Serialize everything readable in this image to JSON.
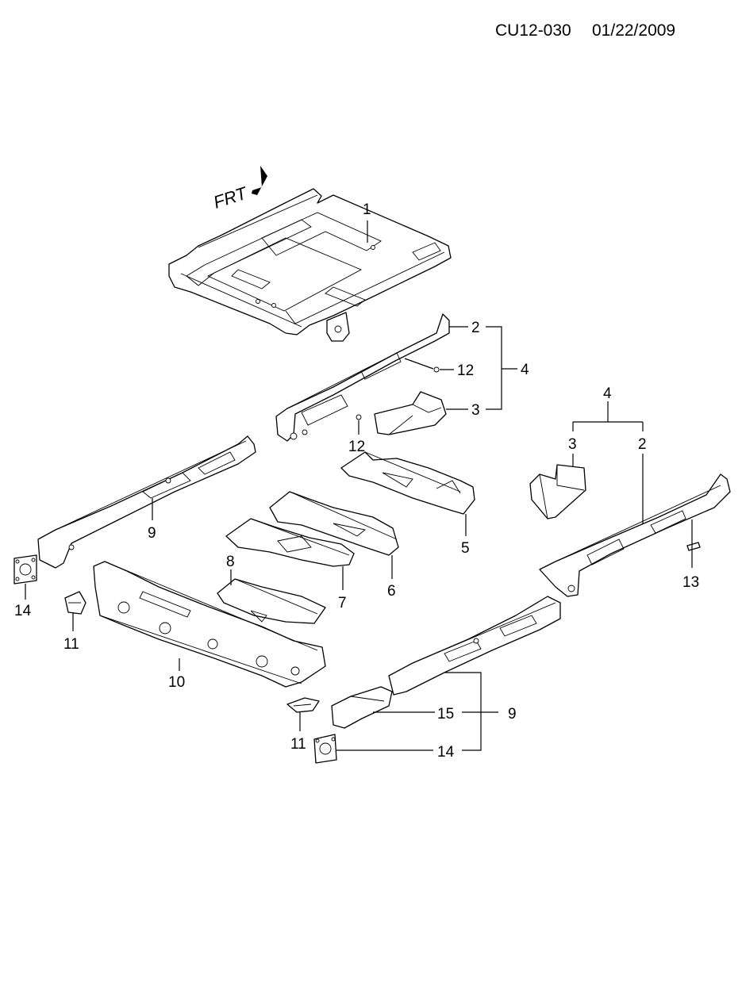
{
  "header": {
    "code": "CU12-030",
    "date": "01/22/2009"
  },
  "direction_label": "FRT",
  "callouts": {
    "c1": "1",
    "c2_upper": "2",
    "c12_upper": "12",
    "c4_upper": "4",
    "c3_upper": "3",
    "c12_lower": "12",
    "c4_right": "4",
    "c3_right": "3",
    "c2_right": "2",
    "c9_left": "9",
    "c5": "5",
    "c6": "6",
    "c7": "7",
    "c8": "8",
    "c13": "13",
    "c14_left": "14",
    "c11_left": "11",
    "c10": "10",
    "c15": "15",
    "c9_right": "9",
    "c11_center": "11",
    "c14_center": "14"
  }
}
